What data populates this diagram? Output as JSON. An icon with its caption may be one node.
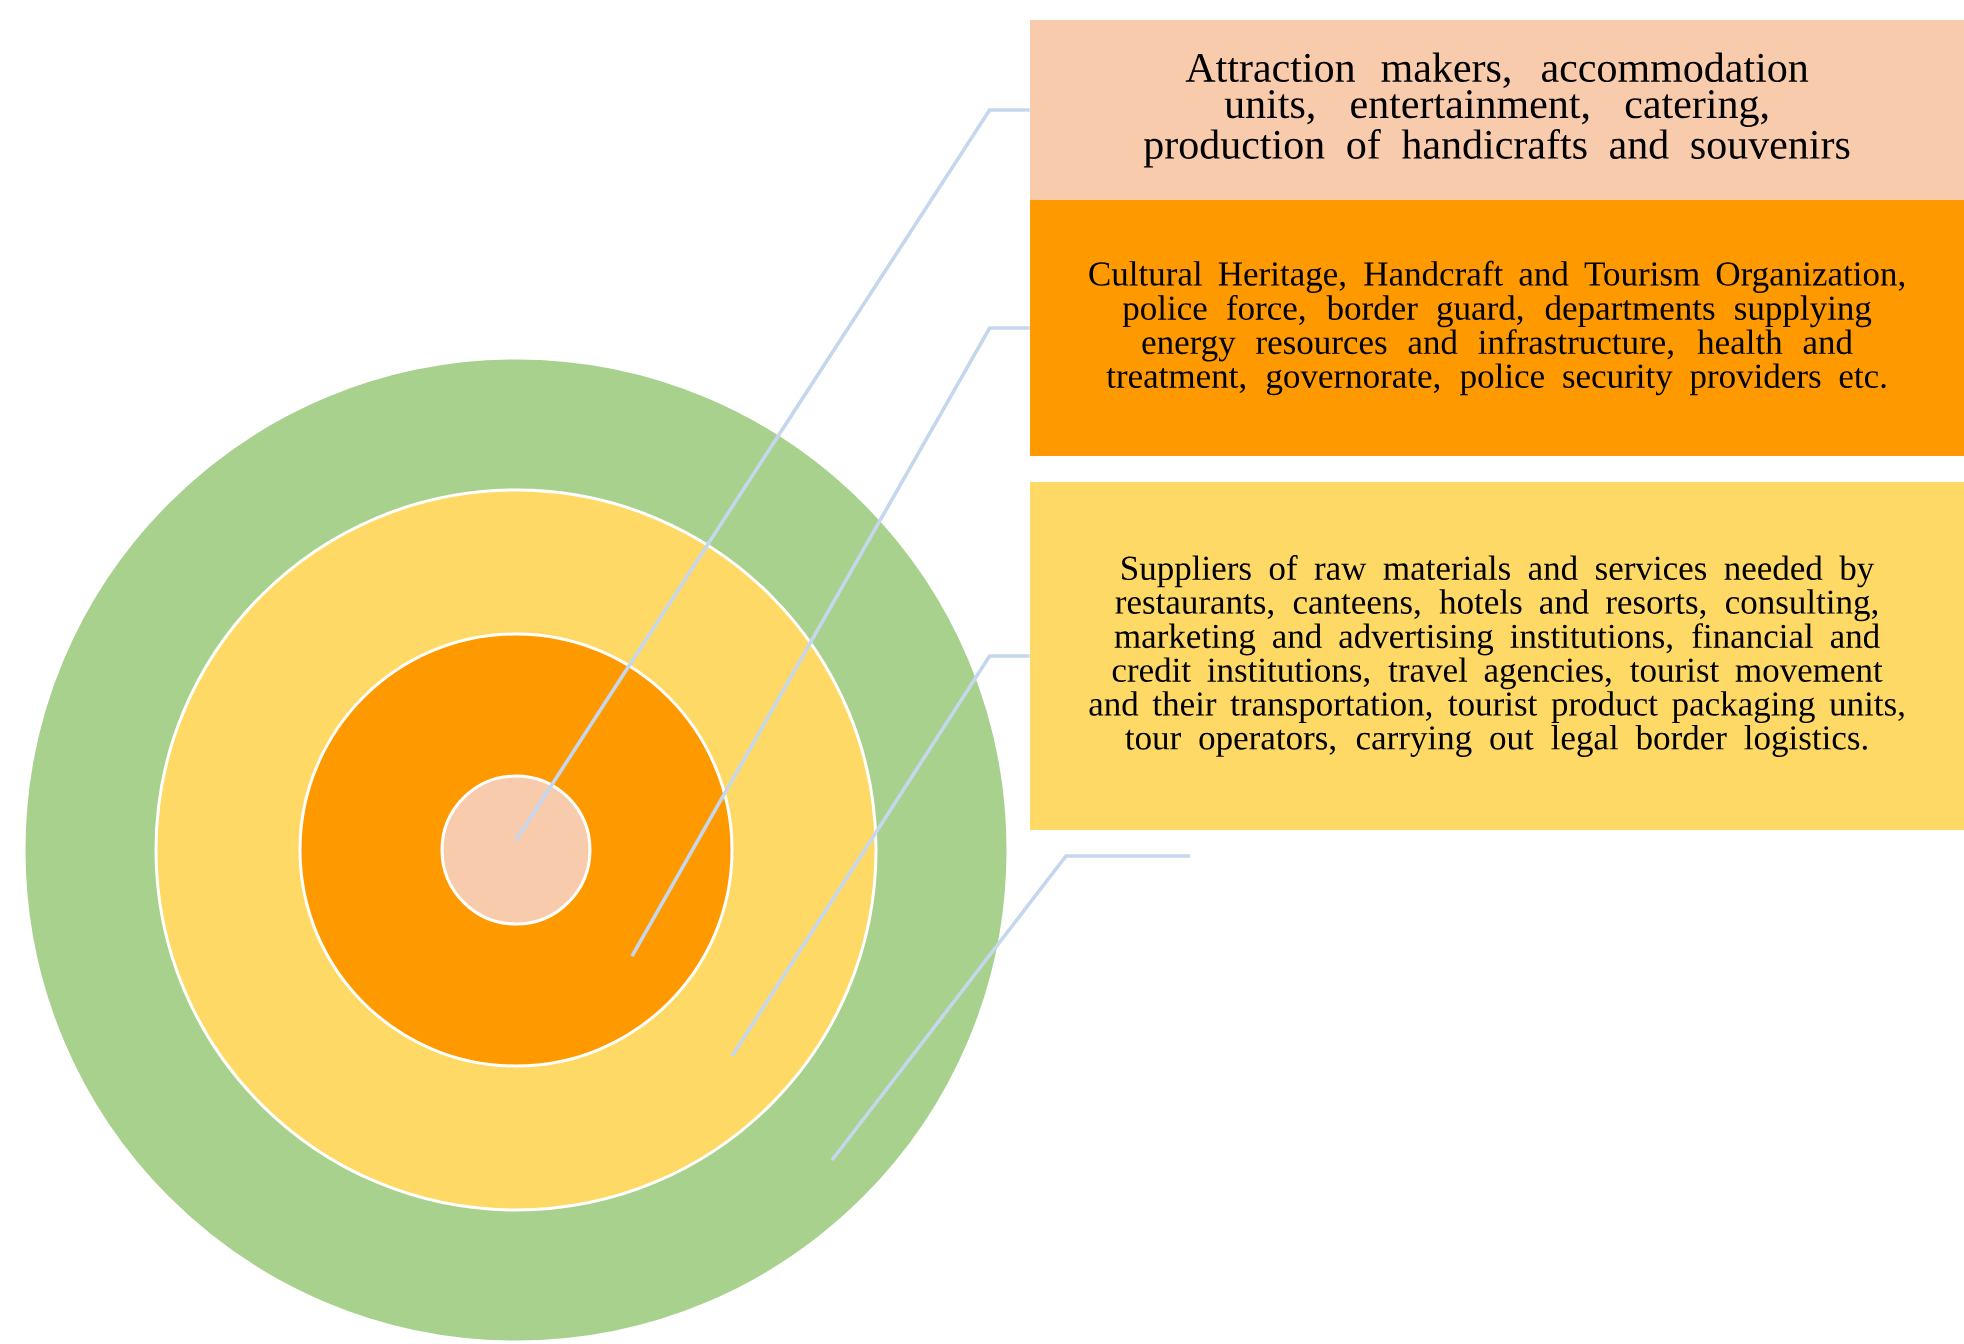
{
  "diagram": {
    "nodes": [
      {
        "text": [],
        "shape": "circle"
      },
      {
        "text": [],
        "shape": "circle",
        "in": 0
      },
      {
        "text": [],
        "shape": "circle",
        "in": 1
      },
      {
        "text": [],
        "shape": "circle",
        "in": 2
      },
      {
        "text": [
          "Attraction makers, accommodation units, entertainment, catering, production of handicrafts and souvenirs"
        ]
      },
      {
        "text": [
          "Cultural Heritage, Handcraft and Tourism Organization, police force, border guard, departments supplying energy resources and infrastructure, health and treatment, governorate,  police security providers etc."
        ]
      },
      {
        "text": [
          "Suppliers of raw materials and services needed by restaurants, canteens, hotels and resorts, consulting, marketing and advertising institutions, financial and credit institutions, travel agencies, tourist movement and their transportation, tourist product packaging units, tour operators, carrying out legal border logistics."
        ]
      }
    ],
    "edges": [
      {
        "from": 3,
        "to": 4,
        "arrow": "none"
      },
      {
        "from": 2,
        "to": 5,
        "arrow": "none"
      },
      {
        "from": 1,
        "to": 6,
        "arrow": "none"
      },
      {
        "from": 0,
        "to": null,
        "arrow": "none"
      }
    ]
  }
}
